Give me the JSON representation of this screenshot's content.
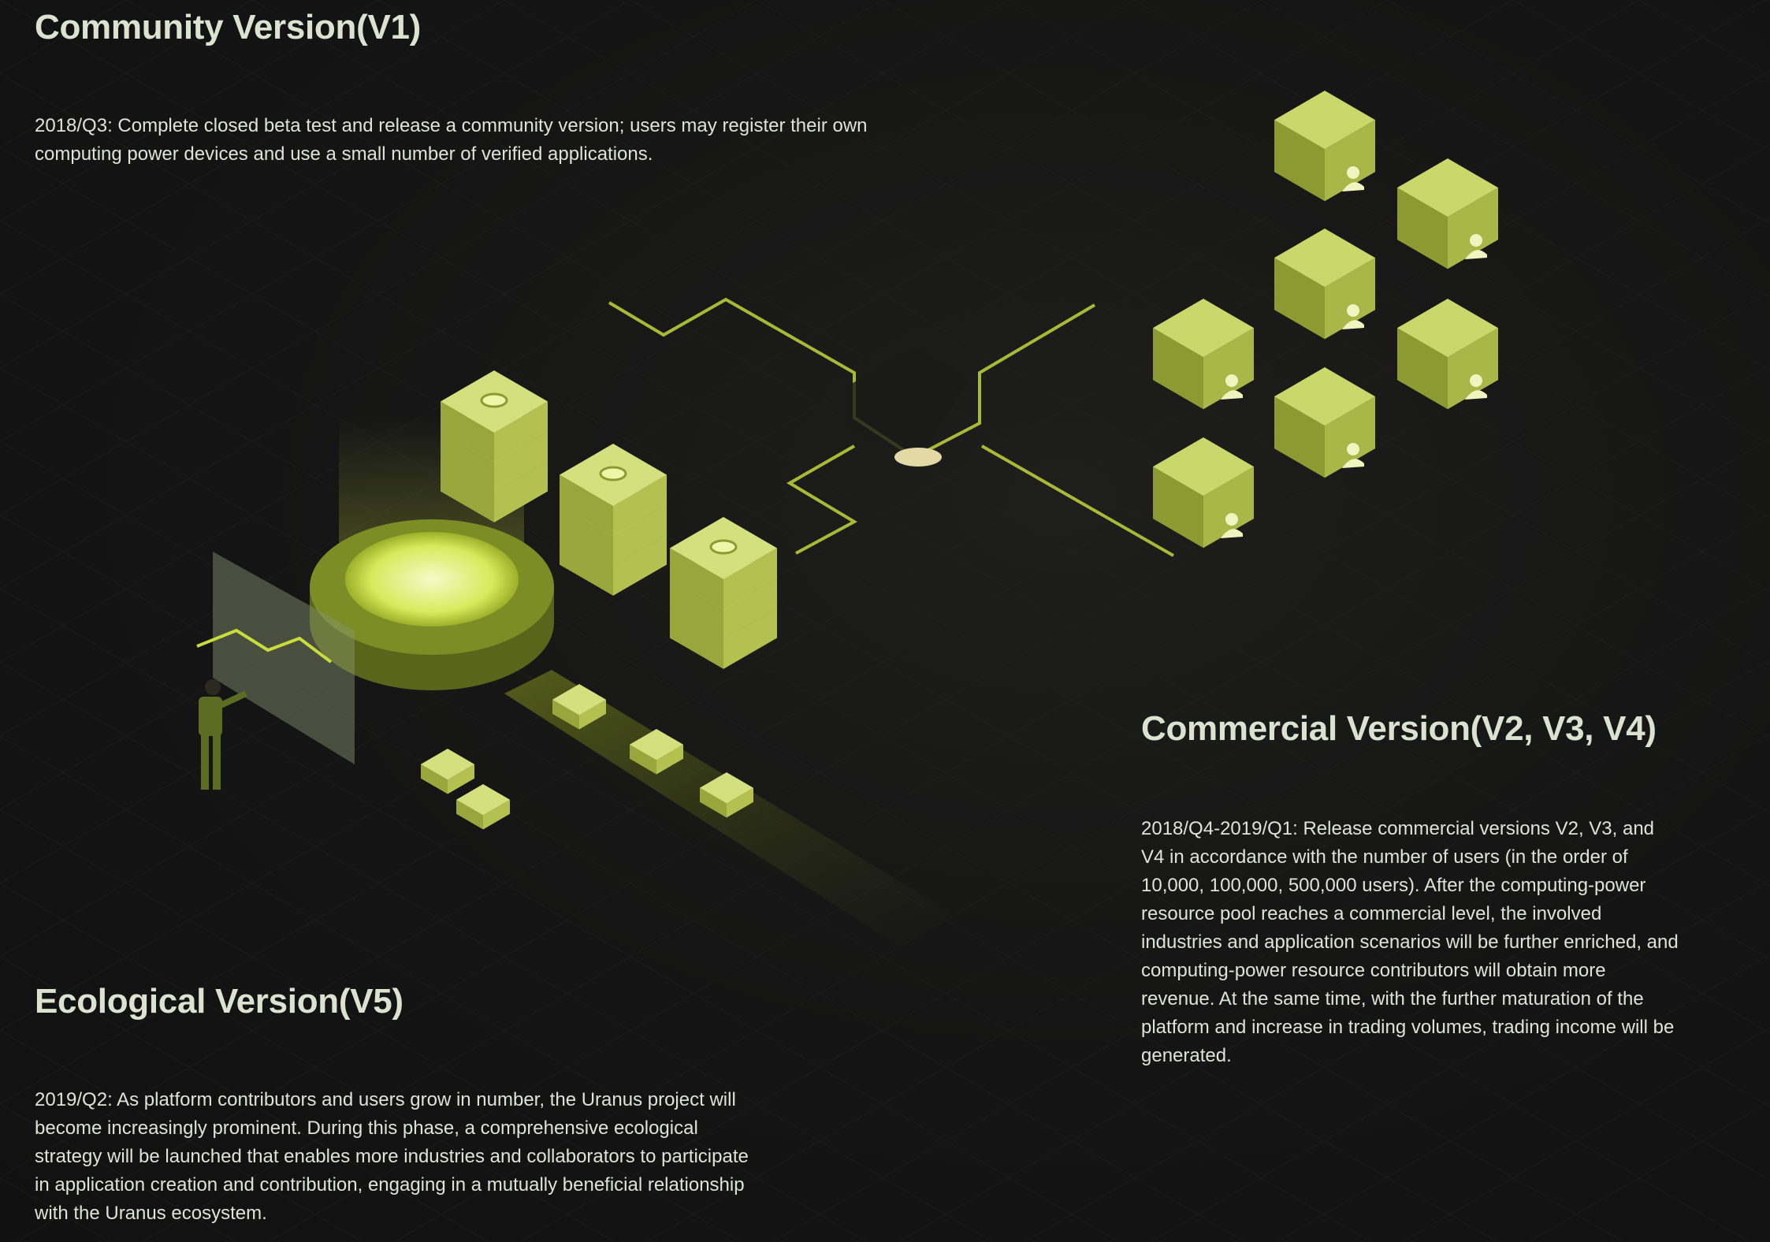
{
  "sections": {
    "community": {
      "title": "Community Version(V1)",
      "lines": [
        "2018/Q3: Complete closed beta test and release a community version; users may register their own",
        "computing power devices and use a small number of verified applications."
      ]
    },
    "commercial": {
      "title": "Commercial Version(V2, V3, V4)",
      "lines": [
        "2018/Q4-2019/Q1: Release commercial versions V2, V3, and",
        "V4 in accordance with the number of users (in the order of",
        "10,000, 100,000, 500,000 users). After the computing-power",
        "resource pool reaches a commercial level, the involved",
        "industries and application scenarios will be further enriched, and",
        "computing-power resource contributors will obtain more",
        "revenue. At the same time, with the further maturation of the",
        "platform and increase in trading volumes, trading income will be",
        "generated."
      ]
    },
    "ecological": {
      "title": "Ecological Version(V5)",
      "lines": [
        "2019/Q2: As platform contributors and users grow in number, the Uranus project will",
        "become increasingly prominent. During this phase, a comprehensive ecological",
        "strategy will be launched that enables more industries and collaborators to participate",
        "in application creation and contribution, engaging in a mutually beneficial relationship",
        "with the Uranus ecosystem."
      ]
    }
  },
  "colors": {
    "accent": "#c8dc3c",
    "cube": "#a9b748",
    "text": "#dfe3d6",
    "background": "#141414"
  }
}
